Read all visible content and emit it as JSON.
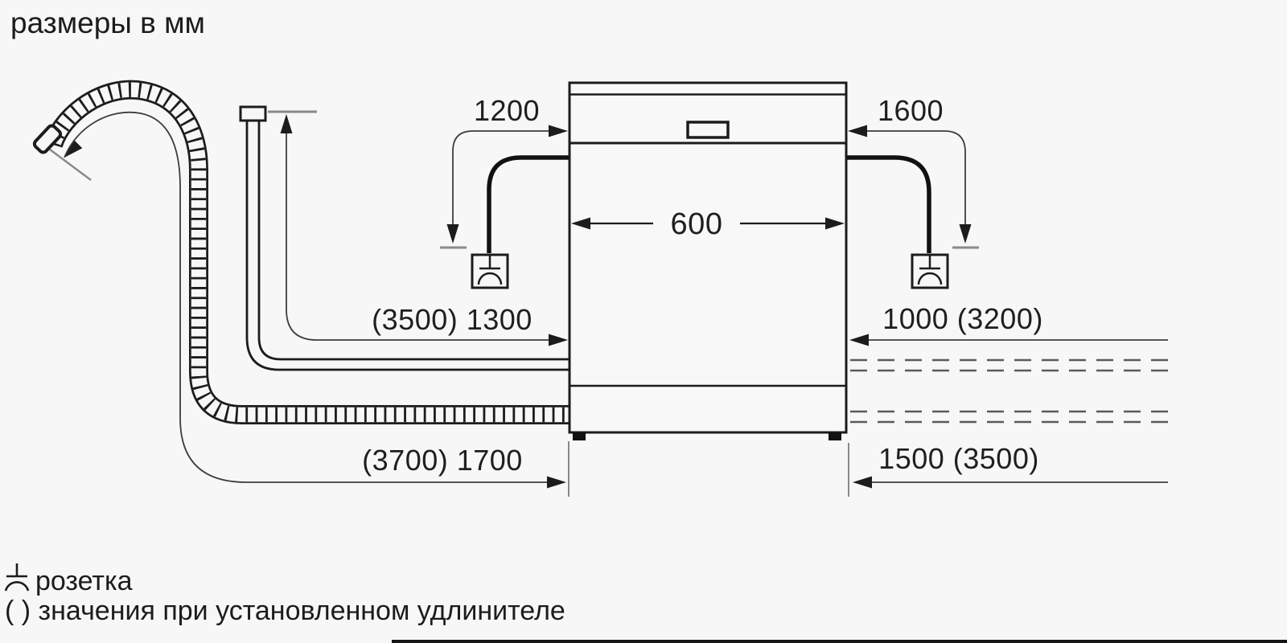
{
  "title": "размеры в мм",
  "diagram": {
    "appliance": "dishwasher-front-view",
    "labels": {
      "cable_left": "1200",
      "cable_right": "1600",
      "appliance_width": "600",
      "supply_hose_left": "(3500) 1300",
      "supply_hose_right": "1000 (3200)",
      "drain_hose_left": "(3700) 1700",
      "drain_hose_right": "1500 (3500)"
    }
  },
  "legend": {
    "socket": "розетка",
    "extension_note": "( ) значения при установленном удлинителе"
  },
  "colors": {
    "background": "#f7f7f7",
    "line": "#1c1c1c",
    "dimension_line": "#3c3c3c",
    "tick": "#8a8a8a"
  }
}
